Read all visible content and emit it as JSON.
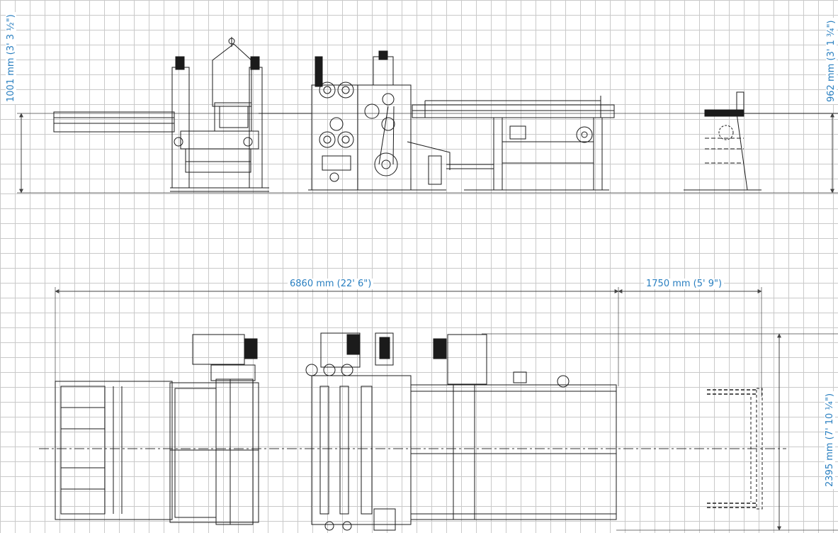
{
  "dimensions": {
    "side_height_left": "1001 mm (3' 3 ½\")",
    "side_height_right": "962 mm (3' 1 ¾\")",
    "top_length_main": "6860 mm (22' 6\")",
    "top_length_ext": "1750 mm (5' 9\")",
    "top_width": "2395 mm (7' 10 ¼\")"
  },
  "colors": {
    "line": "#1b1b1b",
    "dimension": "#2a7fc0",
    "grid": "#c9c9c9"
  }
}
